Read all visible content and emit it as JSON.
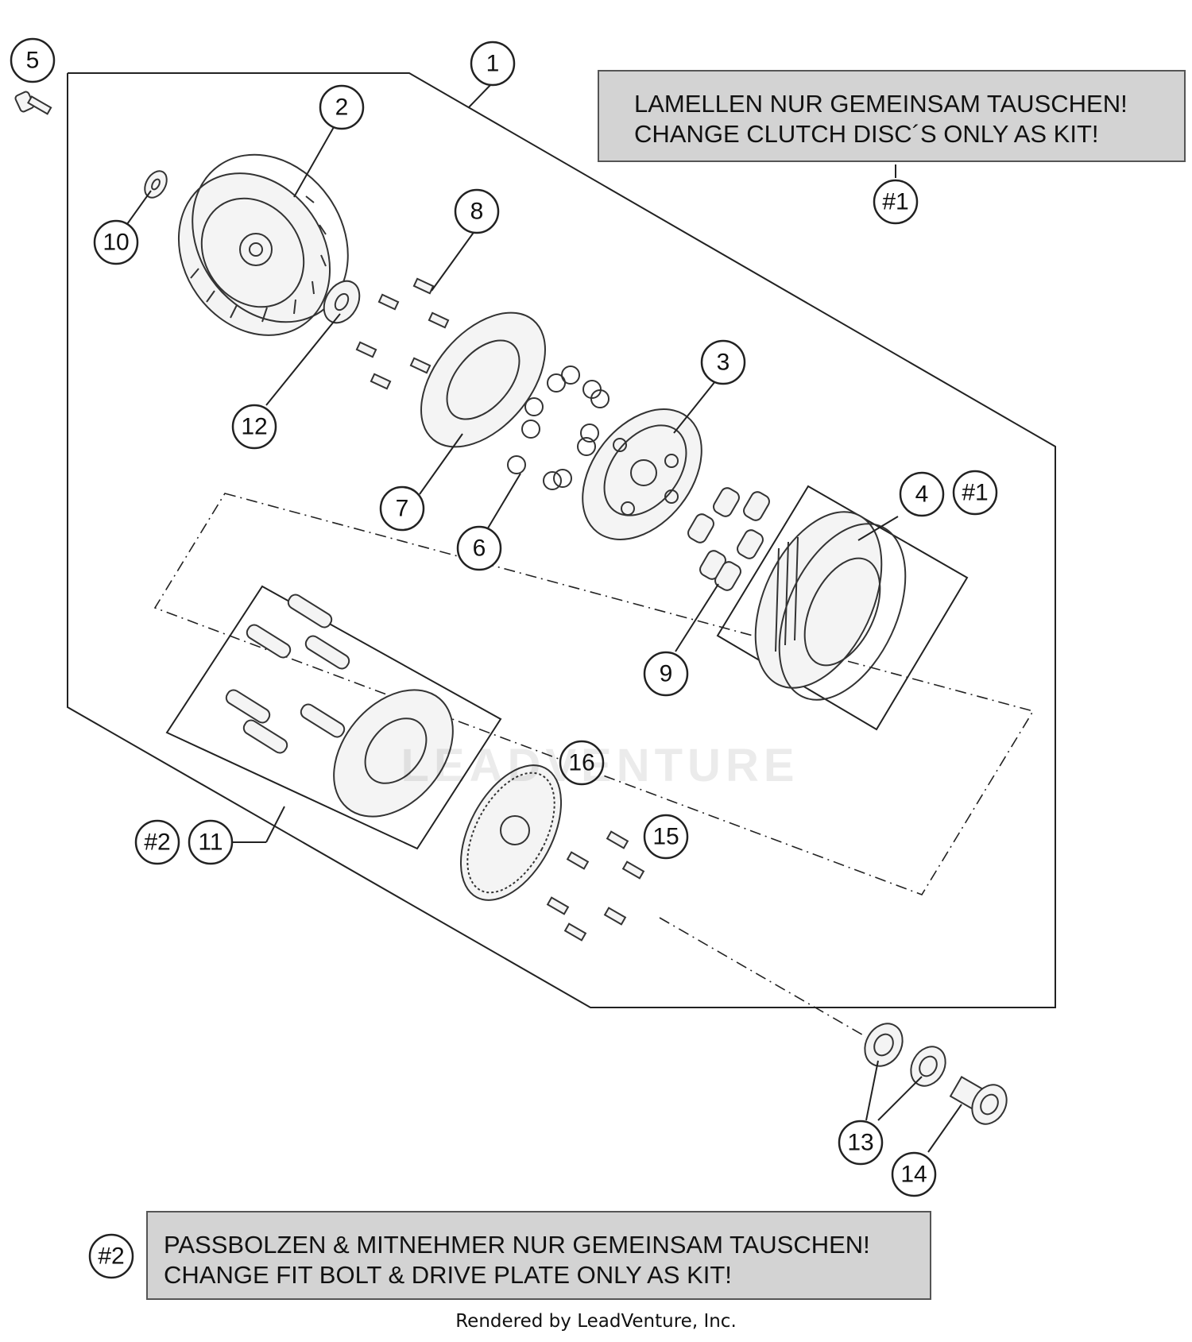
{
  "notes": {
    "note1": {
      "line1": "LAMELLEN NUR GEMEINSAM TAUSCHEN!",
      "line2": "CHANGE CLUTCH DISC´S ONLY AS KIT!",
      "ref": "#1"
    },
    "note2": {
      "line1": "PASSBOLZEN & MITNEHMER NUR GEMEINSAM TAUSCHEN!",
      "line2": "CHANGE FIT BOLT & DRIVE PLATE ONLY AS KIT!",
      "ref": "#2"
    }
  },
  "callouts": {
    "c1": "1",
    "c2": "2",
    "c3": "3",
    "c4": "4",
    "c5": "5",
    "c6": "6",
    "c7": "7",
    "c8": "8",
    "c9": "9",
    "c10": "10",
    "c11": "11",
    "c12": "12",
    "c13": "13",
    "c14": "14",
    "c15": "15",
    "c16": "16",
    "k1": "#1",
    "k2": "#2"
  },
  "watermark": "LEADVENTURE",
  "footer": "Rendered by LeadVenture, Inc."
}
